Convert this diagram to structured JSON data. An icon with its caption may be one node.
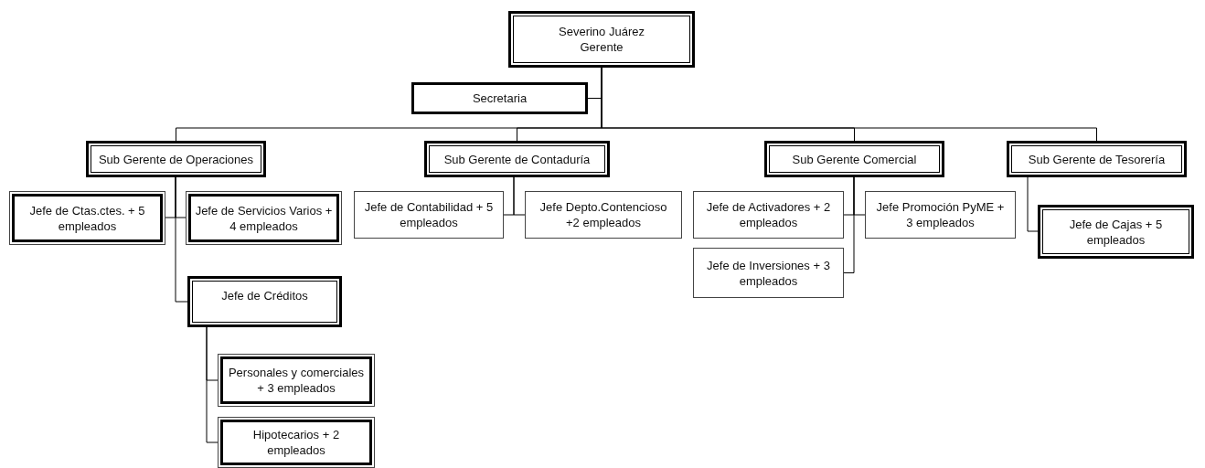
{
  "diagram": {
    "nodes": [
      {
        "text": [
          "Severino Juárez",
          "Gerente"
        ]
      },
      {
        "text": [
          "Secretaria"
        ]
      },
      {
        "text": [
          "Sub Gerente de Operaciones"
        ]
      },
      {
        "text": [
          "Sub Gerente de Contaduría"
        ]
      },
      {
        "text": [
          "Sub Gerente Comercial"
        ]
      },
      {
        "text": [
          "Sub Gerente de Tesorería"
        ]
      },
      {
        "text": [
          "Jefe de Ctas.ctes. + 5 empleados"
        ]
      },
      {
        "text": [
          "Jefe de Servicios Varios + 4 empleados"
        ]
      },
      {
        "text": [
          "Jefe de Créditos"
        ]
      },
      {
        "text": [
          "Personales y comerciales + 3 empleados"
        ]
      },
      {
        "text": [
          "Hipotecarios + 2 empleados"
        ]
      },
      {
        "text": [
          "Jefe de Contabilidad + 5 empleados"
        ]
      },
      {
        "text": [
          "Jefe Depto.Contencioso +2 empleados"
        ]
      },
      {
        "text": [
          "Jefe de Activadores + 2 empleados"
        ]
      },
      {
        "text": [
          "Jefe de Inversiones + 3 empleados"
        ]
      },
      {
        "text": [
          "Jefe Promoción PyME + 3 empleados"
        ]
      },
      {
        "text": [
          "Jefe de Cajas + 5 empleados"
        ]
      }
    ],
    "edges": [
      {
        "from": 0,
        "to": 1,
        "arrow": "none"
      },
      {
        "from": 0,
        "to": 2,
        "arrow": "none"
      },
      {
        "from": 0,
        "to": 3,
        "arrow": "none"
      },
      {
        "from": 0,
        "to": 4,
        "arrow": "none"
      },
      {
        "from": 0,
        "to": 5,
        "arrow": "none"
      },
      {
        "from": 2,
        "to": 6,
        "arrow": "none"
      },
      {
        "from": 2,
        "to": 7,
        "arrow": "none"
      },
      {
        "from": 2,
        "to": 8,
        "arrow": "none"
      },
      {
        "from": 8,
        "to": 9,
        "arrow": "none"
      },
      {
        "from": 8,
        "to": 10,
        "arrow": "none"
      },
      {
        "from": 3,
        "to": 11,
        "arrow": "none"
      },
      {
        "from": 3,
        "to": 12,
        "arrow": "none"
      },
      {
        "from": 4,
        "to": 13,
        "arrow": "none"
      },
      {
        "from": 4,
        "to": 14,
        "arrow": "none"
      },
      {
        "from": 4,
        "to": 15,
        "arrow": "none"
      },
      {
        "from": 5,
        "to": 16,
        "arrow": "none"
      }
    ]
  }
}
